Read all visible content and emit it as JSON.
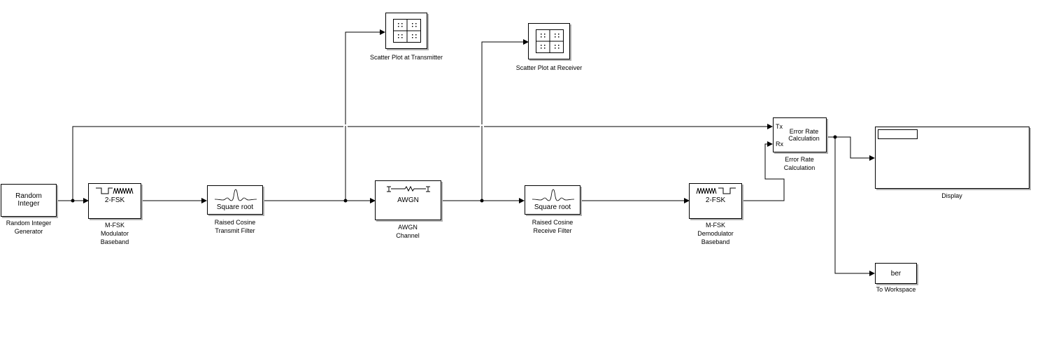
{
  "blocks": {
    "random_integer": {
      "inner": "Random\nInteger",
      "caption": "Random Integer\nGenerator"
    },
    "mfsk_mod": {
      "inner": "2-FSK",
      "caption": "M-FSK\nModulator\nBaseband"
    },
    "rc_tx": {
      "inner": "Square root",
      "caption": "Raised Cosine\nTransmit Filter"
    },
    "awgn": {
      "inner": "AWGN",
      "caption": "AWGN\nChannel"
    },
    "rc_rx": {
      "inner": "Square root",
      "caption": "Raised Cosine\nReceive Filter"
    },
    "mfsk_demod": {
      "inner": "2-FSK",
      "caption": "M-FSK\nDemodulator\nBaseband"
    },
    "scatter_tx": {
      "caption": "Scatter Plot at Transmitter"
    },
    "scatter_rx": {
      "caption": "Scatter Plot at Receiver"
    },
    "error_rate": {
      "inner": "Error Rate\nCalculation",
      "port_tx": "Tx",
      "port_rx": "Rx",
      "caption": "Error Rate\nCalculation"
    },
    "display": {
      "caption": "Display"
    },
    "to_workspace": {
      "inner": "ber",
      "caption": "To Workspace"
    }
  }
}
